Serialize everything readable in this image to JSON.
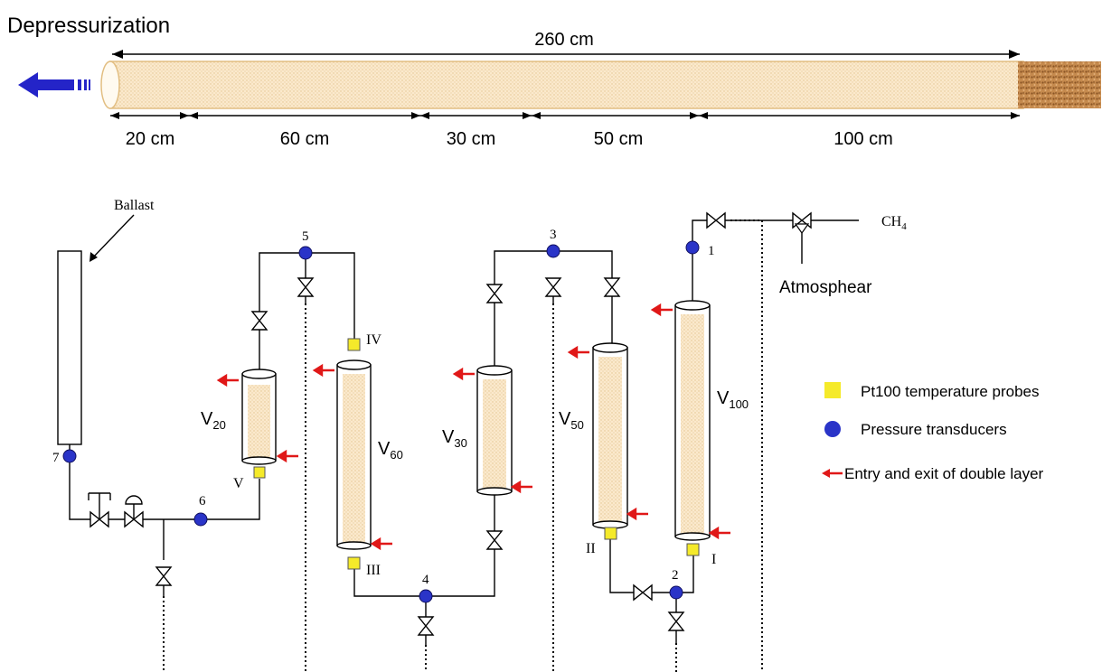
{
  "core": {
    "title": "Depressurization",
    "total_length": "260 cm",
    "segments": [
      "20 cm",
      "60 cm",
      "30 cm",
      "50 cm",
      "100 cm"
    ]
  },
  "labels": {
    "ballast": "Ballast",
    "atmosphere": "Atmosphear",
    "ch4_main": "CH",
    "ch4_sub": "4"
  },
  "vessels": [
    {
      "id": "V",
      "sub": "20"
    },
    {
      "id": "V",
      "sub": "60"
    },
    {
      "id": "V",
      "sub": "30"
    },
    {
      "id": "V",
      "sub": "50"
    },
    {
      "id": "V",
      "sub": "100"
    }
  ],
  "pressure_points": [
    "1",
    "2",
    "3",
    "4",
    "5",
    "6",
    "7"
  ],
  "temperature_points": [
    "I",
    "II",
    "III",
    "IV",
    "V"
  ],
  "legend": [
    {
      "label": "Pt100 temperature probes",
      "color": "#f5ea2a"
    },
    {
      "label": "Pressure transducers",
      "color": "#2a34c8"
    },
    {
      "label": "Entry and exit of double layer",
      "color": "#e01818"
    }
  ],
  "colors": {
    "core_fill": "#f8e7c8",
    "core_edge": "#e8c98f",
    "sand": "#b87a3c",
    "arrow_blue": "#2424c8"
  }
}
